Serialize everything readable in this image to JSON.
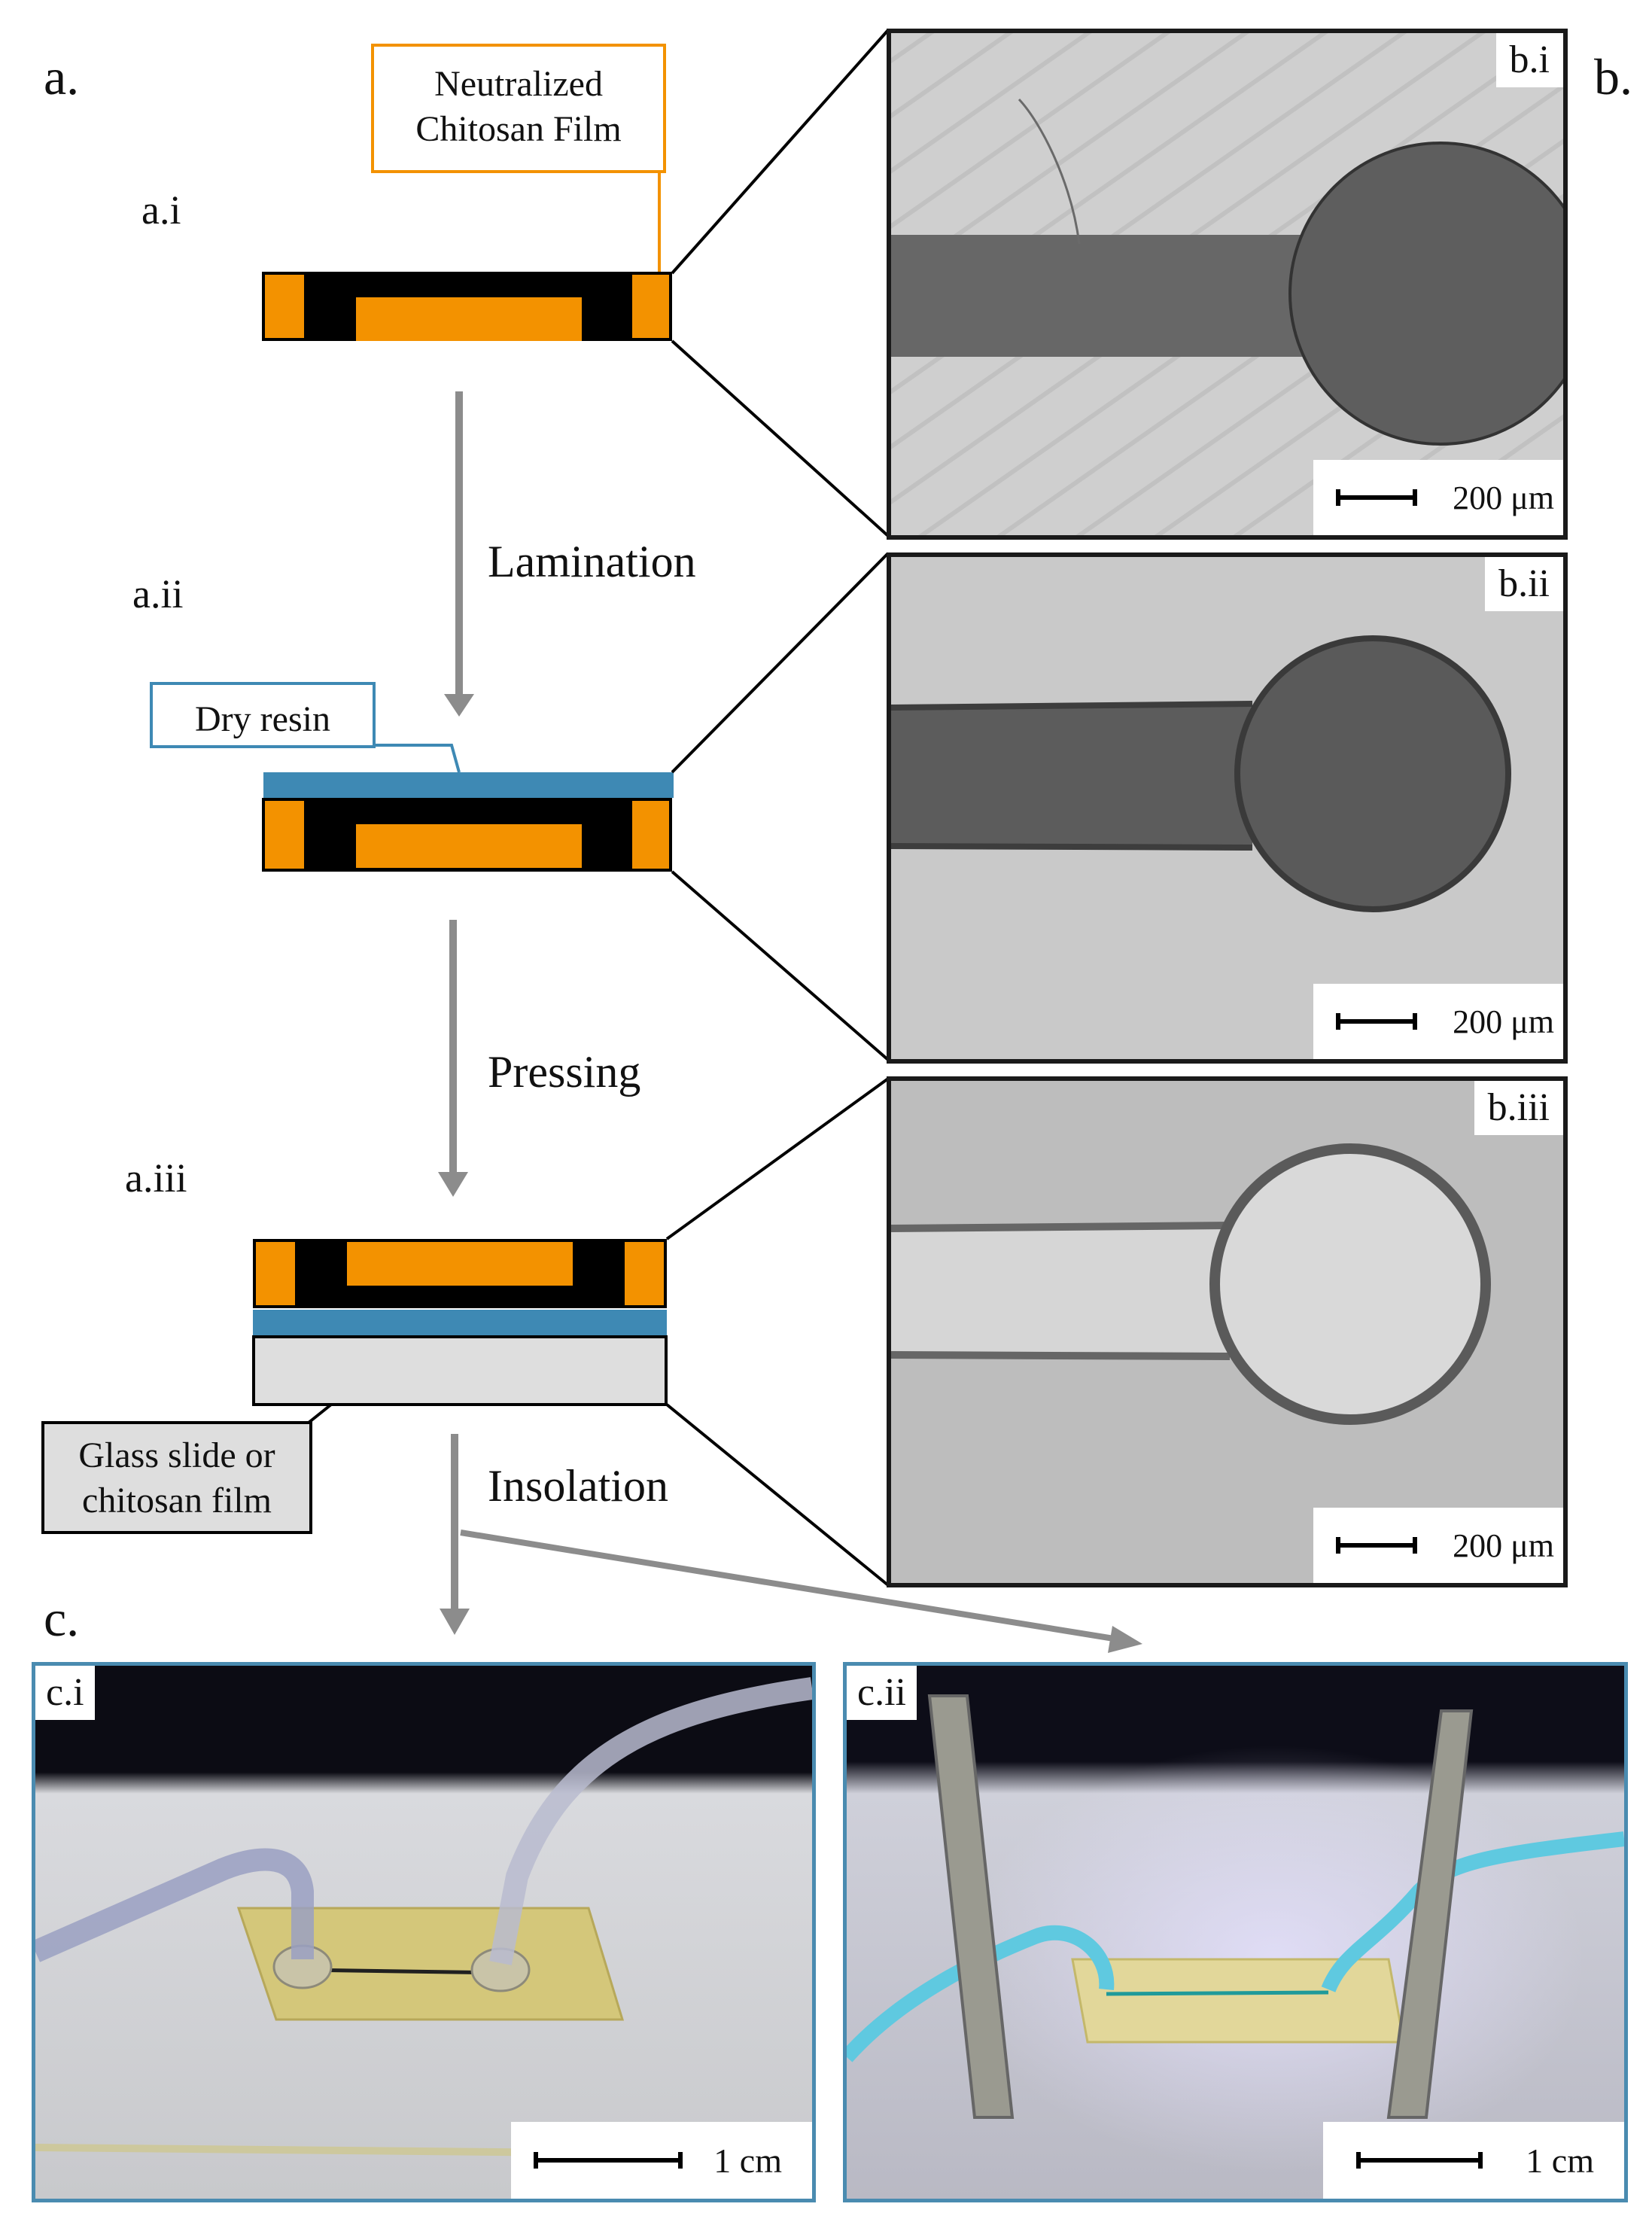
{
  "panels": {
    "a": "a.",
    "b": "b.",
    "c": "c."
  },
  "steps": [
    {
      "id": "a.i",
      "label": "a.i"
    },
    {
      "id": "a.ii",
      "label": "a.ii"
    },
    {
      "id": "a.iii",
      "label": "a.iii"
    }
  ],
  "processes": [
    "Lamination",
    "Pressing",
    "Insolation"
  ],
  "callouts": {
    "film": "Neutralized\nChitosan Film",
    "resin": "Dry resin",
    "glass": "Glass slide or\nchitosan film"
  },
  "micrographs": [
    {
      "label": "b.i",
      "scale": "200 μm"
    },
    {
      "label": "b.ii",
      "scale": "200 μm"
    },
    {
      "label": "b.iii",
      "scale": "200 μm"
    }
  ],
  "photos": [
    {
      "label": "c.i",
      "scale": "1 cm"
    },
    {
      "label": "c.ii",
      "scale": "1 cm"
    }
  ],
  "colors": {
    "orange": "#f39200",
    "black": "#000000",
    "resin_blue": "#3e89b4",
    "callout_orange": "#f39200",
    "callout_blue": "#3e89b4",
    "glass_grey": "#dedede",
    "arrow_grey": "#8c8c8c",
    "photo_border": "#4a8bb0"
  }
}
